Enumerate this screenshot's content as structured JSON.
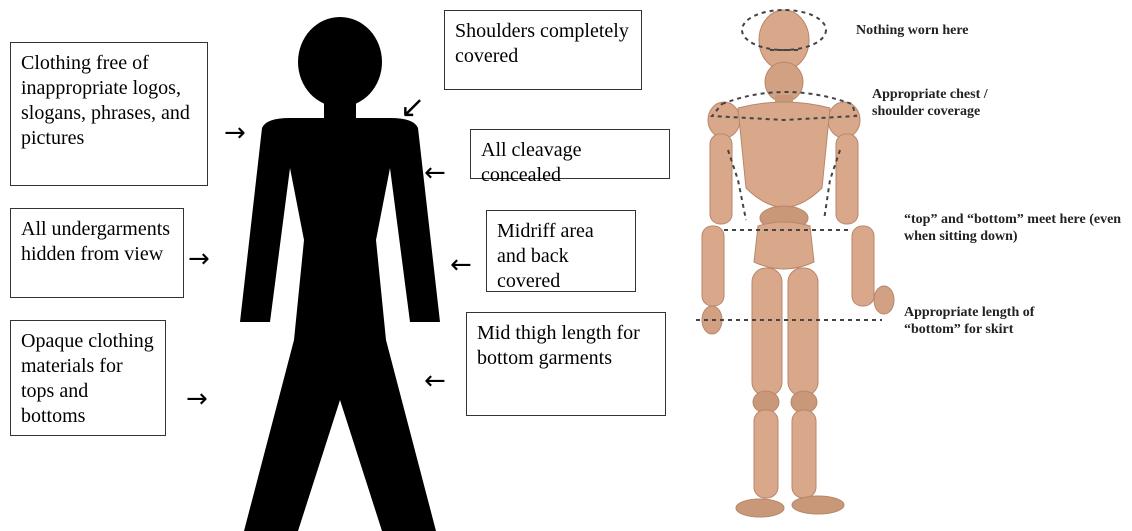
{
  "left_panel": {
    "labels": {
      "logos": "Clothing free of inappropriate logos, slogans, phrases, and pictures",
      "undergarments": "All undergarments hidden from view",
      "opaque": "Opaque clothing materials for tops and bottoms",
      "shoulders": "Shoulders completely covered",
      "cleavage": "All cleavage concealed",
      "midriff": "Midriff area and back covered",
      "thigh": "Mid thigh length for bottom garments"
    }
  },
  "right_panel": {
    "labels": {
      "head": "Nothing worn here",
      "chest": "Appropriate chest / shoulder coverage",
      "waist": "“top” and “bottom” meet here (even when sitting down)",
      "length": "Appropriate length of “bottom” for skirt"
    }
  },
  "colors": {
    "silhouette": "#000000",
    "mannequin": "#d9a88a",
    "mannequin_shade": "#b8866a",
    "dashed_line": "#444444"
  }
}
